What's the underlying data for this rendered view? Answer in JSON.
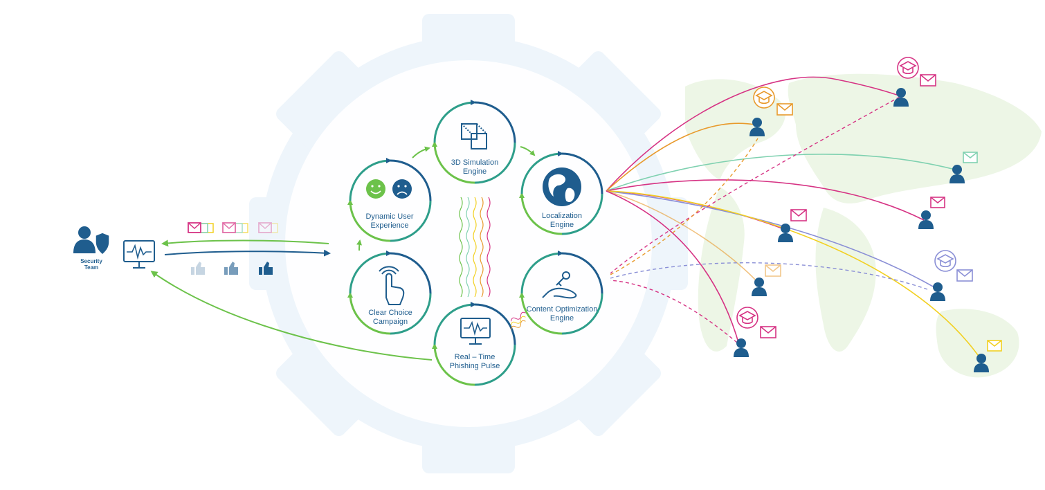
{
  "security": {
    "label_line1": "Security",
    "label_line2": "Team"
  },
  "engines": {
    "sim": {
      "line1": "3D Simulation",
      "line2": "Engine"
    },
    "loc": {
      "line1": "Localization",
      "line2": "Engine"
    },
    "opt": {
      "line1": "Content Optimization",
      "line2": "Engine"
    },
    "pulse": {
      "line1": "Real – Time",
      "line2": "Phishing Pulse"
    },
    "clear": {
      "line1": "Clear Choice",
      "line2": "Campaign"
    },
    "dyn": {
      "line1": "Dynamic User",
      "line2": "Experience"
    }
  },
  "colors": {
    "dark_blue": "#1f5d8e",
    "green": "#6cc24a",
    "teal": "#2e9e8a",
    "magenta": "#d63384",
    "orange": "#e89a2c",
    "yellow": "#f2d022",
    "purple": "#8a8fd6",
    "mint": "#7fd1b0",
    "gear": "#eef5fb",
    "map": "#eaf5e2"
  },
  "icons": {
    "security": "user-shield-icon",
    "monitor": "heartbeat-monitor-icon",
    "sim": "3d-cubes-icon",
    "loc": "globe-icon",
    "opt": "hand-key-icon",
    "pulse": "heartbeat-monitor-icon",
    "clear": "tap-finger-icon",
    "dyn": "happy-sad-faces-icon",
    "mail": "envelope-icon",
    "cap": "graduation-cap-icon",
    "thumb": "thumbs-up-icon",
    "user": "user-icon"
  }
}
